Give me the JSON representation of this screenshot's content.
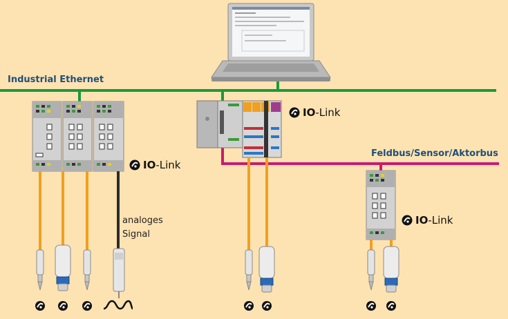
{
  "labels": {
    "industrial_ethernet": "Industrial Ethernet",
    "fieldbus": "Feldbus/Sensor/Aktorbus",
    "analog_line1": "analoges",
    "analog_line2": "Signal"
  },
  "io_link": {
    "brand_bold": "IO",
    "brand_rest": "-Link"
  },
  "icons": [
    "laptop-icon",
    "io-link-icon",
    "sensor-icon",
    "sine-wave-icon"
  ],
  "colors": {
    "background": "#fde3b2",
    "ethernet_bus": "#1a9a3c",
    "fieldbus": "#cc1a6e",
    "io_link_cable": "#f0a020",
    "analog_cable": "#2b2b2b",
    "label_blue": "#1f4f7a"
  }
}
